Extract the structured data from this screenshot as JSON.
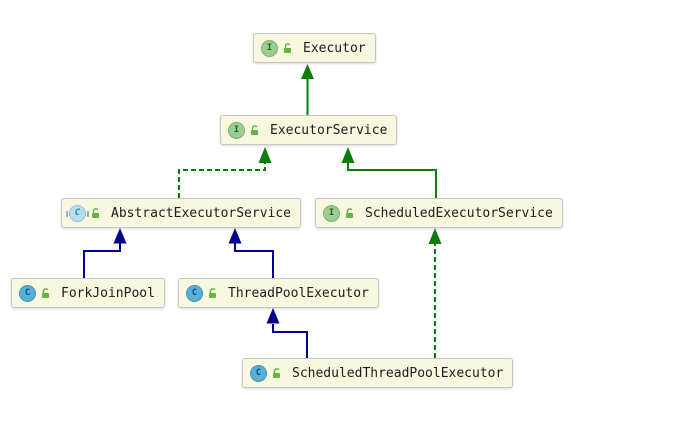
{
  "diagram_type": "uml-class-diagram",
  "colors": {
    "node_fill": "#F8F7E0",
    "node_border": "#C6C6C6",
    "interface_edge_green": "#0A7D0A",
    "class_extends_edge_blue": "#00008B",
    "interface_icon_green": "#9CCE94",
    "class_icon_blue": "#54B0D5",
    "abstract_icon_pale_blue": "#B7E0EF",
    "lock_icon_green": "#62B543"
  },
  "nodes": [
    {
      "id": "executor",
      "label": "Executor",
      "kind": "interface",
      "icon_letter": "I",
      "visibility": "public"
    },
    {
      "id": "executor_service",
      "label": "ExecutorService",
      "kind": "interface",
      "icon_letter": "I",
      "visibility": "public"
    },
    {
      "id": "abstract_executor_service",
      "label": "AbstractExecutorService",
      "kind": "abstract-class",
      "icon_letter": "C",
      "visibility": "public"
    },
    {
      "id": "scheduled_executor_service",
      "label": "ScheduledExecutorService",
      "kind": "interface",
      "icon_letter": "I",
      "visibility": "public"
    },
    {
      "id": "fork_join_pool",
      "label": "ForkJoinPool",
      "kind": "class",
      "icon_letter": "C",
      "visibility": "public"
    },
    {
      "id": "thread_pool_executor",
      "label": "ThreadPoolExecutor",
      "kind": "class",
      "icon_letter": "C",
      "visibility": "public"
    },
    {
      "id": "scheduled_thread_pool_executor",
      "label": "ScheduledThreadPoolExecutor",
      "kind": "class",
      "icon_letter": "C",
      "visibility": "public"
    }
  ],
  "edges": [
    {
      "from": "ExecutorService",
      "to": "Executor",
      "relation": "extends",
      "line": "solid",
      "color": "#0A7D0A"
    },
    {
      "from": "AbstractExecutorService",
      "to": "ExecutorService",
      "relation": "implements",
      "line": "dashed",
      "color": "#0A7D0A"
    },
    {
      "from": "ScheduledExecutorService",
      "to": "ExecutorService",
      "relation": "extends",
      "line": "solid",
      "color": "#0A7D0A"
    },
    {
      "from": "ForkJoinPool",
      "to": "AbstractExecutorService",
      "relation": "extends",
      "line": "solid",
      "color": "#00008B"
    },
    {
      "from": "ThreadPoolExecutor",
      "to": "AbstractExecutorService",
      "relation": "extends",
      "line": "solid",
      "color": "#00008B"
    },
    {
      "from": "ScheduledThreadPoolExecutor",
      "to": "ThreadPoolExecutor",
      "relation": "extends",
      "line": "solid",
      "color": "#00008B"
    },
    {
      "from": "ScheduledThreadPoolExecutor",
      "to": "ScheduledExecutorService",
      "relation": "implements",
      "line": "dashed",
      "color": "#0A7D0A"
    }
  ]
}
